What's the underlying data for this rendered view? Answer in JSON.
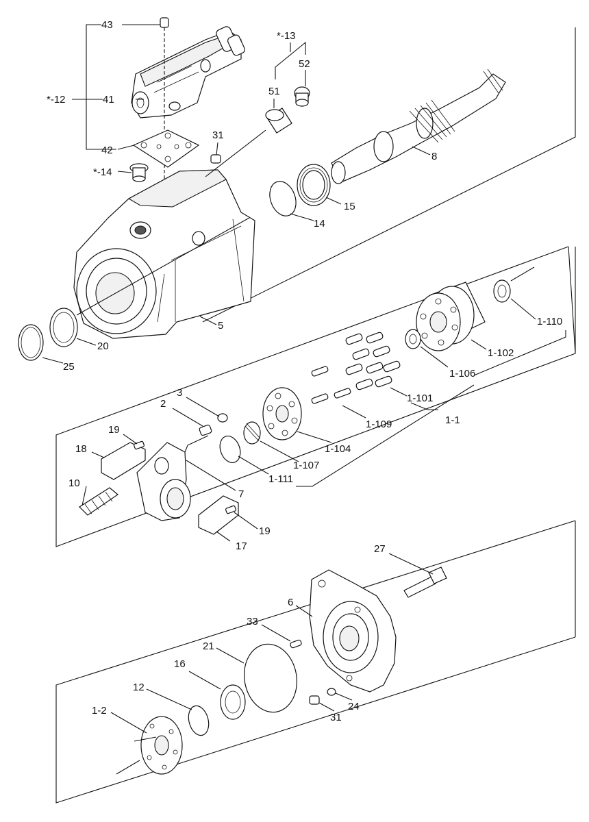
{
  "labels": {
    "l43": "43",
    "l13": "*-13",
    "l52": "52",
    "l51": "51",
    "l12": "*-12",
    "l41": "41",
    "l31a": "31",
    "l42": "42",
    "l8": "8",
    "l14star": "*-14",
    "l15": "15",
    "l14": "14",
    "l5": "5",
    "l20": "20",
    "l25": "25",
    "l1_110": "1-110",
    "l1_102": "1-102",
    "l1_106": "1-106",
    "l1_101": "1-101",
    "l1_1": "1-1",
    "l1_109": "1-109",
    "l1_104": "1-104",
    "l1_107": "1-107",
    "l1_111": "1-111",
    "l3": "3",
    "l2": "2",
    "l19a": "19",
    "l18": "18",
    "l10": "10",
    "l7": "7",
    "l19b": "19",
    "l17": "17",
    "l27": "27",
    "l6": "6",
    "l33": "33",
    "l21": "21",
    "l16": "16",
    "l12b": "12",
    "l1_2": "1-2",
    "l24": "24",
    "l31b": "31"
  },
  "colors": {
    "line": "#111111",
    "background": "#ffffff",
    "shade": "#555555"
  }
}
